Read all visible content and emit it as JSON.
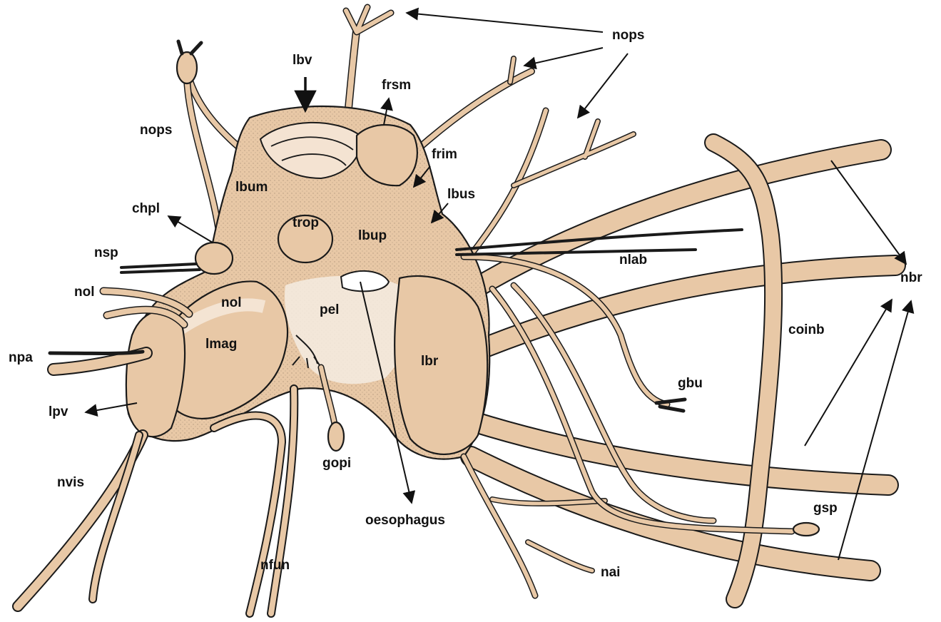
{
  "figure": {
    "colors": {
      "tissue": "#e8c8a6",
      "outline": "#1a1a1a",
      "label": "#111111",
      "background": "#ffffff"
    },
    "labels": {
      "nops_top": "nops",
      "lbv": "lbv",
      "frsm": "frsm",
      "nops_left": "nops",
      "frim": "frim",
      "lbum": "lbum",
      "lbus": "lbus",
      "chpl": "chpl",
      "trop": "trop",
      "lbup": "lbup",
      "nsp": "nsp",
      "nlab": "nlab",
      "nol_outer": "nol",
      "nol_inner": "nol",
      "pel": "pel",
      "nbr": "nbr",
      "lmag": "lmag",
      "coinb": "coinb",
      "npa": "npa",
      "lbr": "lbr",
      "gbu": "gbu",
      "lpv": "lpv",
      "gopi": "gopi",
      "nvis": "nvis",
      "oesophagus": "oesophagus",
      "gsp": "gsp",
      "nfun": "nfun",
      "nai": "nai"
    }
  }
}
